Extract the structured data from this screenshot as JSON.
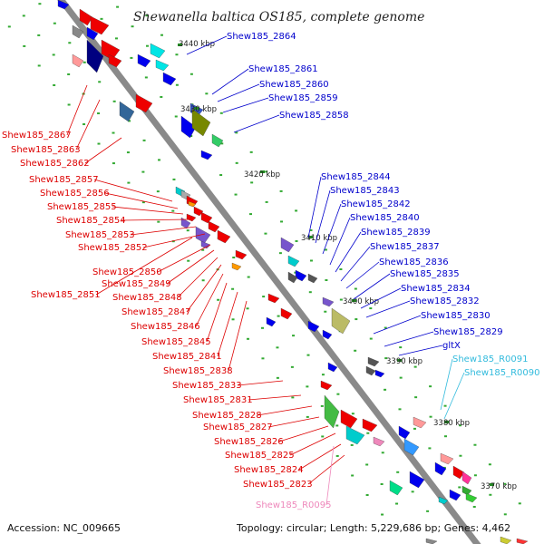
{
  "title": "Shewanella baltica OS185, complete genome",
  "accession": "Accession: NC_009665",
  "topology": "Topology: circular; Length: 5,229,686 bp; Genes: 4,462",
  "ticks": [
    "3440 kbp",
    "3430 kbp",
    "3420 kbp",
    "3410 kbp",
    "3400 kbp",
    "3390 kbp",
    "3380 kbp",
    "3370 kbp"
  ],
  "labels_blue": [
    "Shew185_2864",
    "Shew185_2861",
    "Shew185_2860",
    "Shew185_2859",
    "Shew185_2858",
    "Shew185_2844",
    "Shew185_2843",
    "Shew185_2842",
    "Shew185_2840",
    "Shew185_2839",
    "Shew185_2837",
    "Shew185_2836",
    "Shew185_2835",
    "Shew185_2834",
    "Shew185_2832",
    "Shew185_2830",
    "Shew185_2829",
    "gltX"
  ],
  "labels_cyan": [
    "Shew185_R0091",
    "Shew185_R0090"
  ],
  "labels_red": [
    "Shew185_2867",
    "Shew185_2863",
    "Shew185_2862",
    "Shew185_2857",
    "Shew185_2856",
    "Shew185_2855",
    "Shew185_2854",
    "Shew185_2853",
    "Shew185_2852",
    "Shew185_2850",
    "Shew185_2849",
    "Shew185_2851",
    "Shew185_2848",
    "Shew185_2847",
    "Shew185_2846",
    "Shew185_2845",
    "Shew185_2841",
    "Shew185_2838",
    "Shew185_2833",
    "Shew185_2831",
    "Shew185_2828",
    "Shew185_2827",
    "Shew185_2826",
    "Shew185_2825",
    "Shew185_2824",
    "Shew185_2823"
  ],
  "labels_pink": [
    "Shew185_R0095"
  ],
  "colors": {
    "forward": "#ee0000",
    "reverse": "#0000ee",
    "rna": "#33bbdd",
    "rrna": "#ee88bb",
    "backbone": "#888888",
    "ticks": "#228822"
  }
}
